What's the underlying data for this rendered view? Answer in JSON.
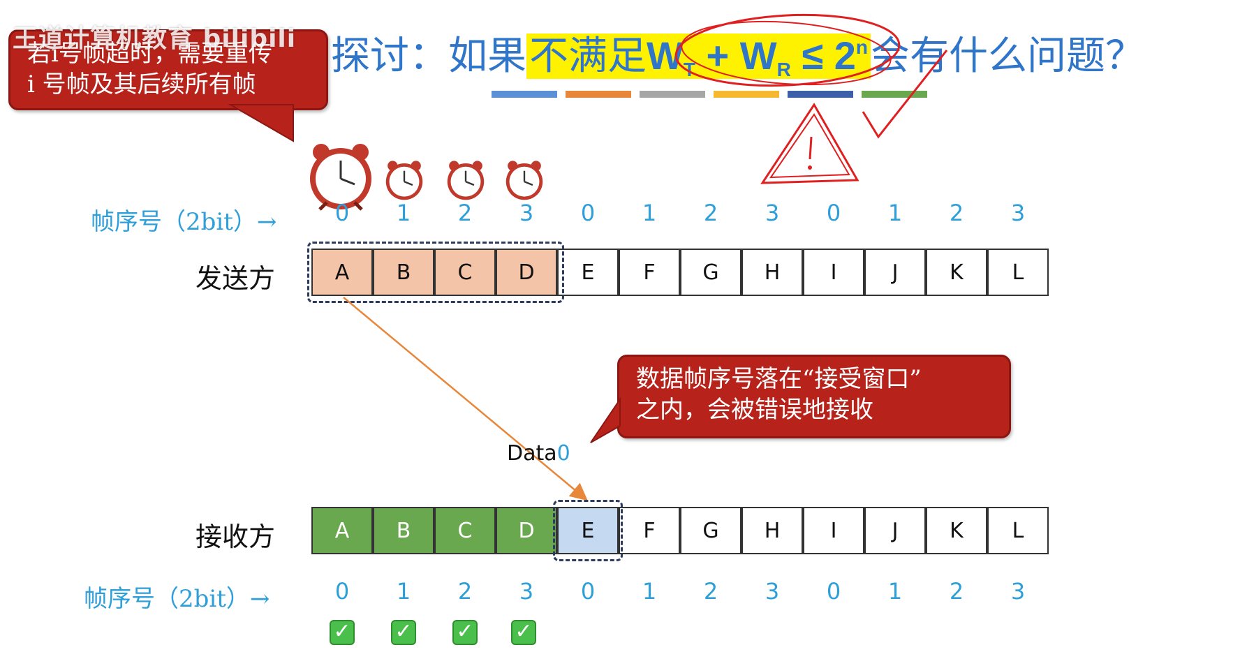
{
  "watermark": "王道计算机教育 bilibili",
  "title": {
    "prefix": "探讨：如果",
    "highlight": "不满足",
    "formula_w": "W",
    "formula_t": "T",
    "formula_plus": " + W",
    "formula_r": "R",
    "formula_le": " ≤ 2",
    "formula_n": "n",
    "suffix": "会有什么问题？"
  },
  "color_bars": [
    "#5b8fd6",
    "#e8873a",
    "#a6a6a6",
    "#f5b82e",
    "#3d5ea8",
    "#6aa84f"
  ],
  "callout_timeout": {
    "line1": "若i号帧超时，需要重传",
    "line2": "i 号帧及其后续所有帧"
  },
  "callout_accept": {
    "line1": "数据帧序号落在“接受窗口”",
    "line2": "之内，会被错误地接收"
  },
  "sender": {
    "label": "发送方",
    "seq_label": "帧序号（2bit）→",
    "frames": [
      "A",
      "B",
      "C",
      "D",
      "E",
      "F",
      "G",
      "H",
      "I",
      "J",
      "K",
      "L"
    ],
    "seq": [
      "0",
      "1",
      "2",
      "3",
      "0",
      "1",
      "2",
      "3",
      "0",
      "1",
      "2",
      "3"
    ]
  },
  "receiver": {
    "label": "接收方",
    "seq_label": "帧序号（2bit）→",
    "frames": [
      "A",
      "B",
      "C",
      "D",
      "E",
      "F",
      "G",
      "H",
      "I",
      "J",
      "K",
      "L"
    ],
    "seq": [
      "0",
      "1",
      "2",
      "3",
      "0",
      "1",
      "2",
      "3",
      "0",
      "1",
      "2",
      "3"
    ]
  },
  "data_frame": {
    "text": "Data",
    "num": "0"
  },
  "colors": {
    "title_blue": "#2f75c9",
    "seq_blue": "#2e9fd8",
    "callout_red": "#b7231b",
    "sent_fill": "#f4c4a8",
    "received_fill": "#6aa84f",
    "window_fill": "#c5d9f1",
    "arrow": "#e8873a",
    "annotation": "#e02020",
    "highlight": "#fff200"
  },
  "icons": [
    "alarm-clock-icon",
    "check-icon",
    "warning-triangle-icon",
    "checkmark-scribble-icon"
  ]
}
